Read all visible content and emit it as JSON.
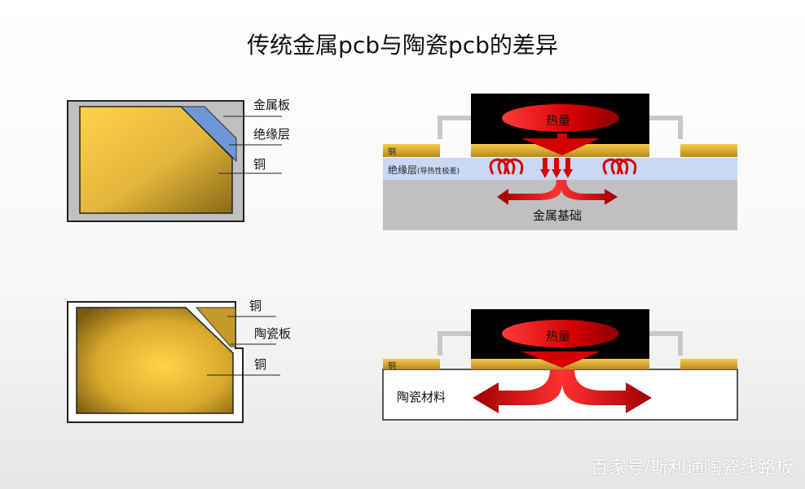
{
  "title": "传统金属pcb与陶瓷pcb的差异",
  "top_left": {
    "labels": [
      "金属板",
      "绝缘层",
      "铜"
    ]
  },
  "bottom_left": {
    "labels": [
      "铜",
      "陶瓷板",
      "铜"
    ]
  },
  "top_right": {
    "copper_label": "铜",
    "heat_label": "热量",
    "insulation_label": "绝缘层",
    "insulation_note": "(导热性极差)",
    "base_label": "金属基础"
  },
  "bottom_right": {
    "copper_label": "铜",
    "heat_label": "热量",
    "ceramic_label": "陶瓷材料"
  },
  "watermark": "百家号/斯利通陶瓷线路板",
  "colors": {
    "copper": "#d9a92a",
    "metal_plate": "#c0c0c0",
    "insulation": "#6f97d8",
    "insulation_layer": "#c8d8f5",
    "heat": "#cc0000",
    "chip": "#000000"
  }
}
